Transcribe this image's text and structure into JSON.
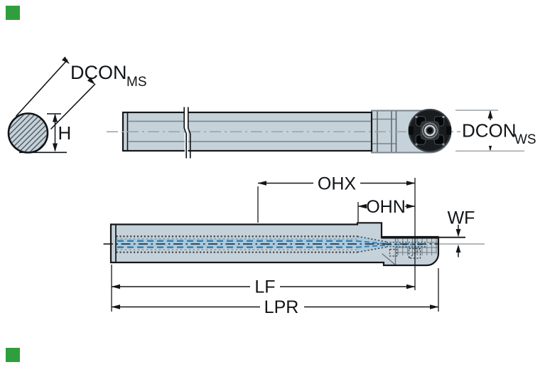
{
  "drawing": {
    "labels": {
      "h": "H",
      "dcon_ms_main": "DCON",
      "dcon_ms_sub": "MS",
      "dcon_ws_main": "DCON",
      "dcon_ws_sub": "WS",
      "ohx": "OHX",
      "ohn": "OHN",
      "wf": "WF",
      "lf": "LF",
      "lpr": "LPR"
    },
    "colors": {
      "body_fill": "#c6d2da",
      "outline": "#14171a",
      "secondary_line": "#79838b",
      "coolant_light": "#a9cade",
      "coolant_dash": "#3a7fae",
      "hidden_dot": "#41474d",
      "coupling_face": "#191c1f",
      "marker_green": "#2f9f3e",
      "centerline_gray": "#9aa0a6"
    }
  }
}
